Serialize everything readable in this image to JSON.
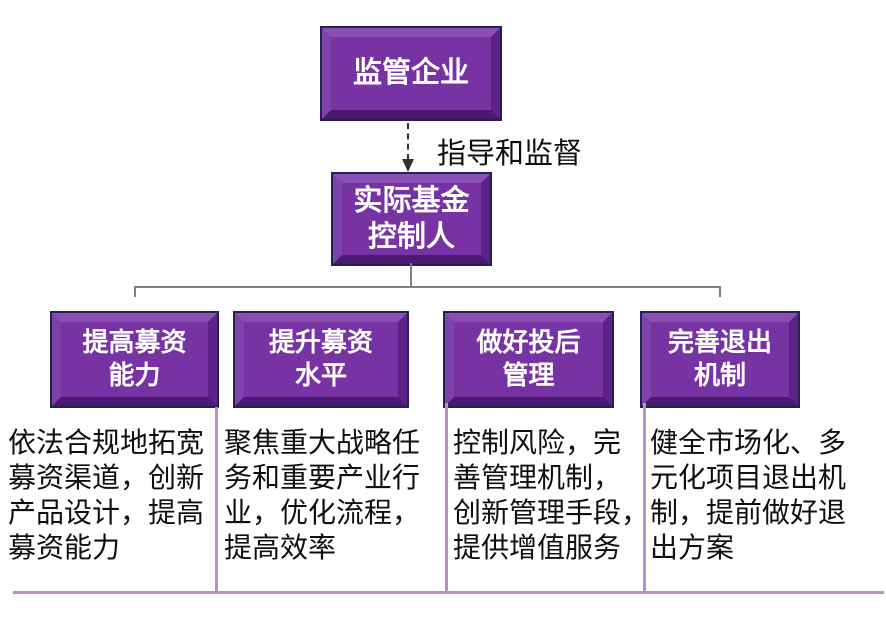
{
  "colors": {
    "background": "#ffffff",
    "node-face": "#7733a3",
    "node-bevel-top": "#8a4fb4",
    "node-bevel-left": "#7d43ab",
    "node-bevel-right": "#5a2385",
    "node-bevel-bottom": "#4a1a73",
    "node-outline": "#232350",
    "node-text": "#ffffff",
    "connector": "#808080",
    "arrow": "#303030",
    "divider": "#b493cc",
    "text": "#0f0f0f"
  },
  "diagram": {
    "root": {
      "label": "监管企业"
    },
    "arrow_label": "指导和监督",
    "controller": {
      "label": "实际基金\n控制人"
    },
    "branches": [
      {
        "title": "提高募资\n能力",
        "description": "依法合规地拓宽\n募资渠道，创新\n产品设计，提高\n募资能力"
      },
      {
        "title": "提升募资\n水平",
        "description": "聚焦重大战略任\n务和重要产业行\n业，优化流程，\n提高效率"
      },
      {
        "title": "做好投后\n管理",
        "description": "控制风险，完\n善管理机制，\n创新管理手段，\n提供增值服务"
      },
      {
        "title": "完善退出\n机制",
        "description": "健全市场化、多\n元化项目退出机\n制，提前做好退\n出方案"
      }
    ]
  }
}
